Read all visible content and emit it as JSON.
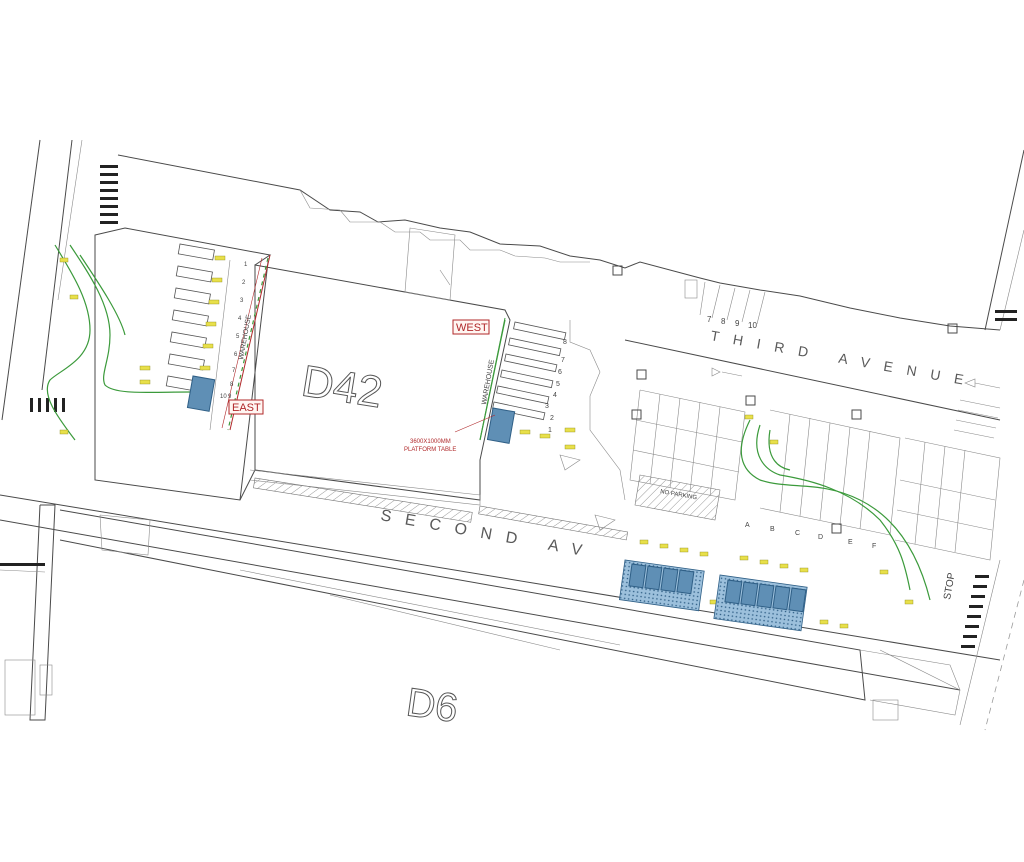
{
  "buildings": {
    "d42": "D42",
    "d6": "D6"
  },
  "streets": {
    "third_avenue": "THIRD AVENUE",
    "second_ave": "SECOND AV",
    "stop": "STOP"
  },
  "tags": {
    "west": "WEST",
    "east": "EAST"
  },
  "warehouse_labels": {
    "left": "WAREHOUSE",
    "right": "WAREHOUSE"
  },
  "platform_note": {
    "line1": "3600X1000MM",
    "line2": "PLATFORM TABLE"
  },
  "road_markings": {
    "no_parking": "NO PARKING"
  },
  "bay_numbers_top": [
    "7",
    "8",
    "9",
    "10"
  ],
  "bay_numbers_left": [
    "1",
    "2",
    "3",
    "4",
    "5",
    "6",
    "7",
    "8",
    "9",
    "10"
  ],
  "bay_numbers_right": [
    "1",
    "2",
    "3",
    "4",
    "5",
    "6",
    "7",
    "8"
  ],
  "lane_letters": [
    "A",
    "B",
    "C",
    "D",
    "E",
    "F"
  ],
  "colors": {
    "route": "#3b9a3b",
    "equipment": "#5f8fb5",
    "markers": "#e8e04a",
    "tag": "#b0282a"
  }
}
